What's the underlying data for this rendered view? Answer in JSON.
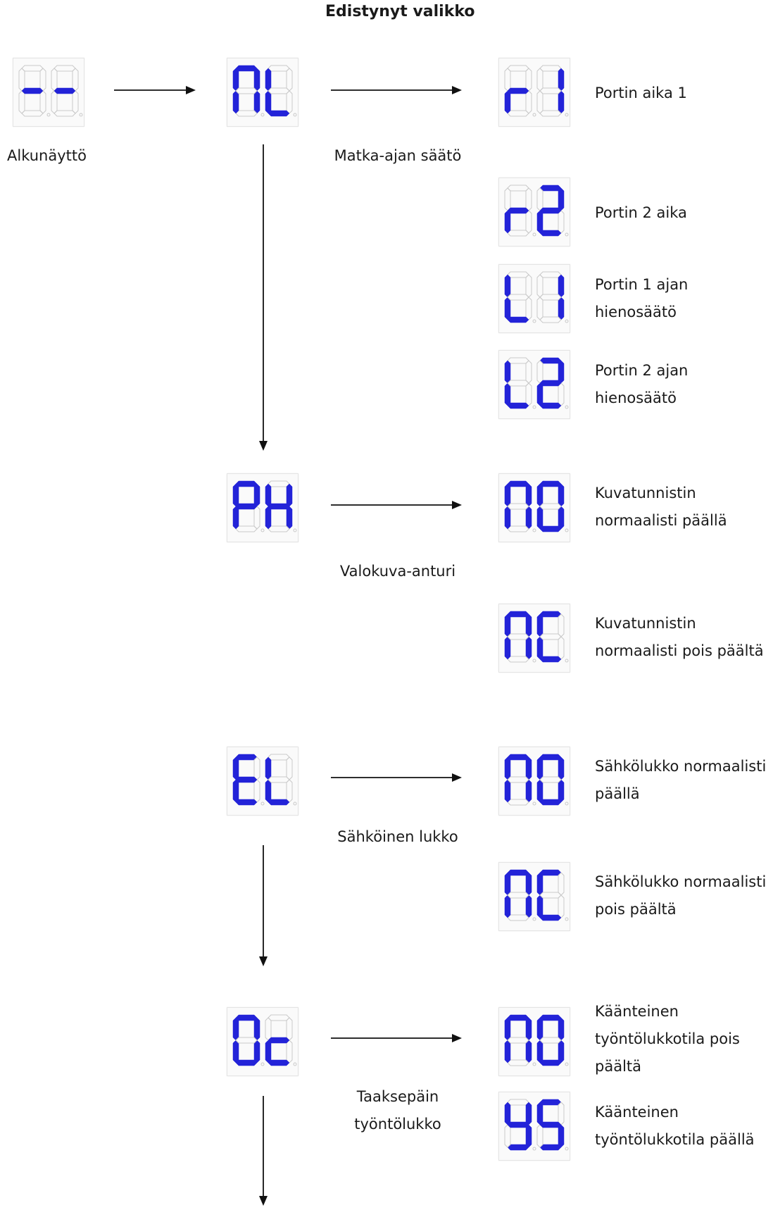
{
  "title": "Edistynyt valikko",
  "colors": {
    "segment_on": "#2323d8",
    "segment_off": "#c9c9c9",
    "arrow": "#111111"
  },
  "start": {
    "code": "--",
    "label": "Alkunäyttö"
  },
  "menus": [
    {
      "code": "nL",
      "label": "Matka-ajan säätö",
      "options": [
        {
          "code": "r1",
          "text": "Portin aika 1"
        },
        {
          "code": "r2",
          "text": "Portin 2 aika"
        },
        {
          "code": "L1",
          "text": "Portin 1 ajan\nhienosäätö"
        },
        {
          "code": "L2",
          "text": "Portin 2 ajan\nhienosäätö"
        }
      ]
    },
    {
      "code": "PH",
      "label": "Valokuva-anturi",
      "options": [
        {
          "code": "nO",
          "text": "Kuvatunnistin\nnormaalisti päällä"
        },
        {
          "code": "nC",
          "text": "Kuvatunnistin\nnormaalisti pois päältä"
        }
      ]
    },
    {
      "code": "EL",
      "label": "Sähköinen lukko",
      "options": [
        {
          "code": "nO",
          "text": "Sähkölukko normaalisti\npäällä"
        },
        {
          "code": "nC",
          "text": "Sähkölukko normaalisti\npois päältä"
        }
      ]
    },
    {
      "code": "Oc",
      "label": "Taaksepäin\ntyöntölukko",
      "options": [
        {
          "code": "nO",
          "text": "Käänteinen\ntyöntölukkotila pois\npäältä"
        },
        {
          "code": "YS",
          "text": "Käänteinen\ntyöntölukkotila päällä"
        }
      ]
    }
  ]
}
